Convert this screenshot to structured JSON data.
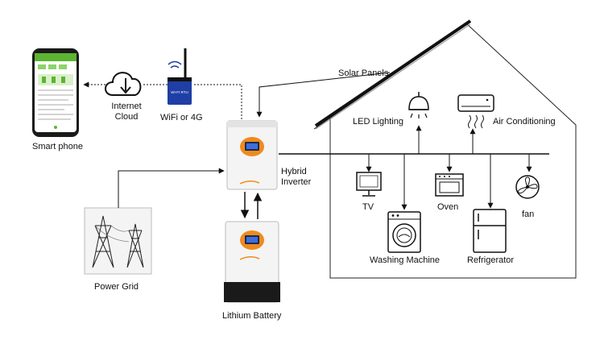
{
  "labels": {
    "smart_phone": "Smart phone",
    "internet_cloud_line1": "Internet",
    "internet_cloud_line2": "Cloud",
    "wifi": "WiFi or 4G",
    "solar_panels": "Solar Panels",
    "hybrid_inverter_line1": "Hybrid",
    "hybrid_inverter_line2": "Inverter",
    "power_grid": "Power Grid",
    "lithium_battery": "Lithium Battery",
    "led_lighting": "LED Lighting",
    "air_conditioning": "Air Conditioning",
    "tv": "TV",
    "oven": "Oven",
    "fan": "fan",
    "washing_machine": "Washing Machine",
    "refrigerator": "Refrigerator"
  },
  "device_text": {
    "wifi_module": "WI-FI RTU"
  },
  "icons": [
    "smartphone-icon",
    "cloud-download-icon",
    "wifi-antenna-icon",
    "solar-panel-icon",
    "inverter-icon",
    "power-tower-icon",
    "battery-icon",
    "lamp-icon",
    "air-conditioner-icon",
    "tv-icon",
    "oven-icon",
    "fan-icon",
    "washing-machine-icon",
    "refrigerator-icon"
  ],
  "colors": {
    "line": "#111111",
    "phone_green": "#5cb531",
    "inverter_orange": "#f08a1c",
    "module_blue": "#1f3fa6"
  }
}
